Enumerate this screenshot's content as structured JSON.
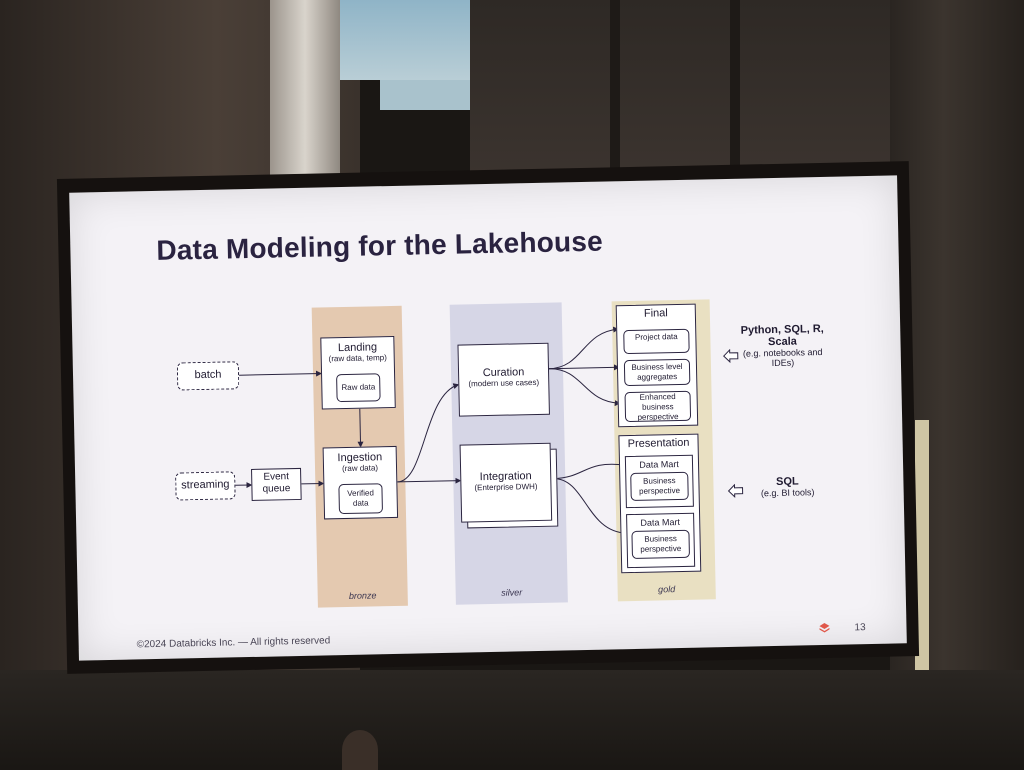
{
  "slide": {
    "title": "Data Modeling for the Lakehouse",
    "footer": "©2024 Databricks Inc. — All rights reserved",
    "page": "13"
  },
  "sources": {
    "batch": "batch",
    "streaming": "streaming",
    "event_queue": "Event queue"
  },
  "bronze": {
    "label": "bronze",
    "landing": {
      "title": "Landing",
      "sub": "(raw data, temp)",
      "inner": "Raw data"
    },
    "ingestion": {
      "title": "Ingestion",
      "sub": "(raw data)",
      "inner": "Verified data"
    }
  },
  "silver": {
    "label": "silver",
    "curation": {
      "title": "Curation",
      "sub": "(modern use cases)"
    },
    "integration": {
      "title": "Integration",
      "sub": "(Enterprise DWH)"
    }
  },
  "gold": {
    "label": "gold",
    "final": {
      "title": "Final",
      "items": [
        "Project data",
        "Business level aggregates",
        "Enhanced business perspective"
      ]
    },
    "presentation": {
      "title": "Presentation",
      "marts": [
        {
          "title": "Data Mart",
          "inner": "Business perspective"
        },
        {
          "title": "Data Mart",
          "inner": "Business perspective"
        }
      ]
    }
  },
  "consumers": {
    "code": {
      "title": "Python, SQL, R, Scala",
      "sub": "(e.g. notebooks and IDEs)"
    },
    "sql": {
      "title": "SQL",
      "sub": "(e.g. BI tools)"
    }
  },
  "colors": {
    "bronze": "#e4c9b0",
    "silver": "#d6d6e6",
    "gold": "#e9e0c2",
    "accent": "#2b2540",
    "logo": "#e0574a"
  }
}
